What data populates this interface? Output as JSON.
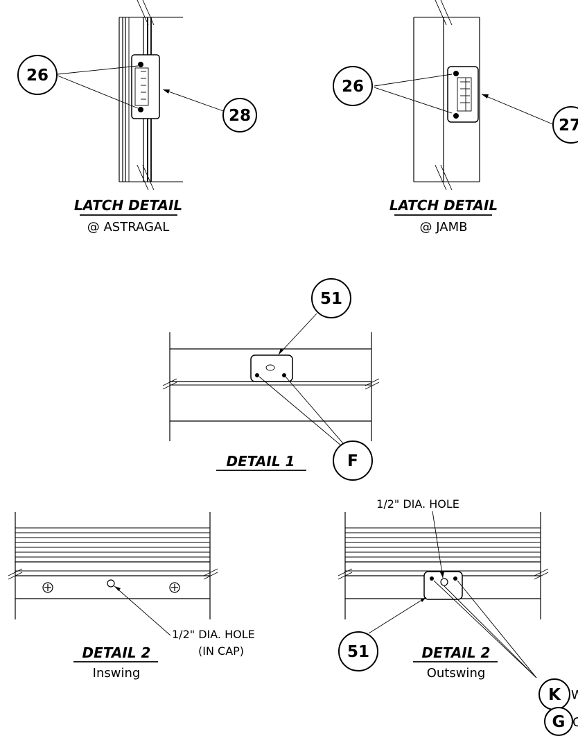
{
  "callouts": {
    "c26a": "26",
    "c28": "28",
    "c26b": "26",
    "c27": "27",
    "c51a": "51",
    "cF": "F",
    "c51b": "51",
    "cK": "K",
    "cG": "G"
  },
  "details": {
    "latch_astragal": {
      "title": "LATCH DETAIL",
      "subtitle": "@ ASTRAGAL"
    },
    "latch_jamb": {
      "title": "LATCH DETAIL",
      "subtitle": "@ JAMB"
    },
    "detail1": {
      "title": "DETAIL 1"
    },
    "detail2_inswing": {
      "title": "DETAIL 2",
      "subtitle": "Inswing",
      "note_line1": "1/2\" DIA. HOLE",
      "note_line2": "(IN CAP)"
    },
    "detail2_outswing": {
      "title": "DETAIL 2",
      "subtitle": "Outswing",
      "note": "1/2\" DIA. HOLE"
    }
  },
  "edge_text": {
    "k_suffix": "W",
    "g_suffix": "C"
  }
}
